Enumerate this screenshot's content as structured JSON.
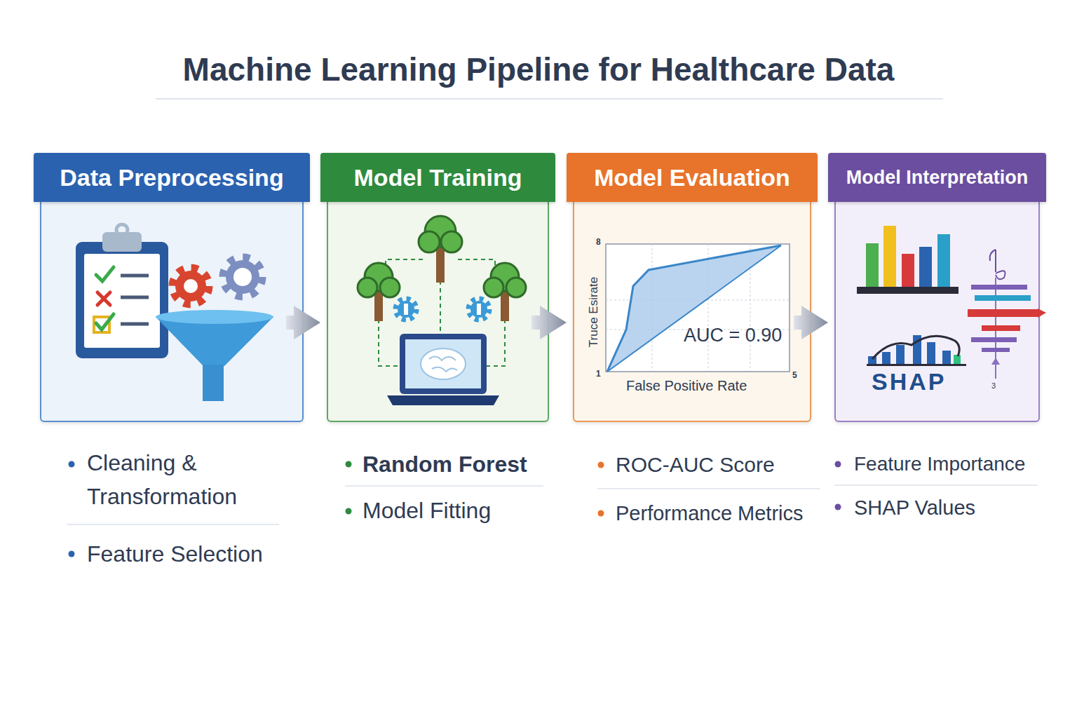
{
  "diagram": {
    "title": "Machine Learning Pipeline for Healthcare Data",
    "nodes": [
      {
        "text": [
          "Data Preprocessing"
        ]
      },
      {
        "text": [
          "Model Training"
        ]
      },
      {
        "text": [
          "Model Evaluation"
        ]
      },
      {
        "text": [
          "Model Interpretation"
        ]
      }
    ],
    "edges": [
      {
        "from": 0,
        "to": 1,
        "arrow": "to"
      },
      {
        "from": 1,
        "to": 2,
        "arrow": "to"
      },
      {
        "from": 2,
        "to": 3,
        "arrow": "to"
      }
    ],
    "labels": [
      "Cleaning & Transformation",
      "Feature Selection",
      "Random Forest",
      "Model Fitting",
      "ROC-AUC Score",
      "Performance Metrics",
      "Feature Importance",
      "SHAP Values",
      "8",
      "Truce Esirate",
      "1",
      "False Positive Rate",
      "5",
      "AUC = 0.90",
      "SHAP",
      "3"
    ]
  }
}
